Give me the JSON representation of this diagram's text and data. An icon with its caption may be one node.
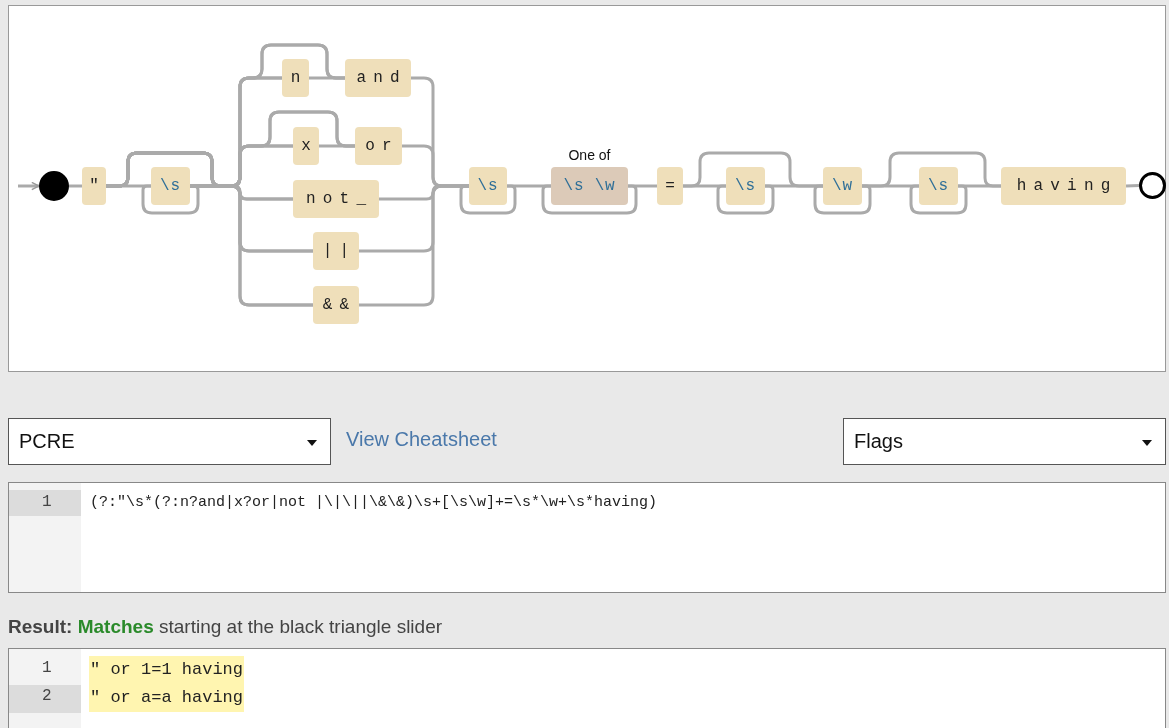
{
  "diagram": {
    "nodes": [
      {
        "text": [],
        "shape": "circle"
      },
      {
        "text": [
          "\""
        ]
      },
      {
        "text": [
          "\\s"
        ]
      },
      {
        "text": [
          "n"
        ]
      },
      {
        "text": [
          "and"
        ]
      },
      {
        "text": [
          "x"
        ]
      },
      {
        "text": [
          "or"
        ]
      },
      {
        "text": [
          "not_"
        ]
      },
      {
        "text": [
          "||"
        ]
      },
      {
        "text": [
          "&&"
        ]
      },
      {
        "text": [
          "\\s"
        ]
      },
      {
        "text": [
          "\\s \\w"
        ],
        "beside": [
          "One of"
        ]
      },
      {
        "text": [
          "="
        ]
      },
      {
        "text": [
          "\\s"
        ]
      },
      {
        "text": [
          "\\w"
        ]
      },
      {
        "text": [
          "\\s"
        ]
      },
      {
        "text": [
          "having"
        ]
      },
      {
        "text": [],
        "shape": "circle"
      }
    ],
    "edges": [
      {
        "from": null,
        "to": 0,
        "arrow": "to"
      },
      {
        "from": 0,
        "to": 1,
        "arrow": "none"
      },
      {
        "from": 1,
        "to": 2,
        "arrow": "none"
      },
      {
        "from": 2,
        "to": 2,
        "arrow": "none"
      },
      {
        "from": 1,
        "to": 3,
        "arrow": "none"
      },
      {
        "from": 1,
        "to": 4,
        "arrow": "none"
      },
      {
        "from": 1,
        "to": 5,
        "arrow": "none"
      },
      {
        "from": 1,
        "to": 6,
        "arrow": "none"
      },
      {
        "from": 1,
        "to": 7,
        "arrow": "none"
      },
      {
        "from": 1,
        "to": 8,
        "arrow": "none"
      },
      {
        "from": 1,
        "to": 9,
        "arrow": "none"
      },
      {
        "from": 2,
        "to": 3,
        "arrow": "none"
      },
      {
        "from": 2,
        "to": 4,
        "arrow": "none"
      },
      {
        "from": 2,
        "to": 5,
        "arrow": "none"
      },
      {
        "from": 2,
        "to": 6,
        "arrow": "none"
      },
      {
        "from": 2,
        "to": 7,
        "arrow": "none"
      },
      {
        "from": 2,
        "to": 8,
        "arrow": "none"
      },
      {
        "from": 2,
        "to": 9,
        "arrow": "none"
      },
      {
        "from": 3,
        "to": 4,
        "arrow": "none"
      },
      {
        "from": 5,
        "to": 6,
        "arrow": "none"
      },
      {
        "from": 4,
        "to": 10,
        "arrow": "none"
      },
      {
        "from": 6,
        "to": 10,
        "arrow": "none"
      },
      {
        "from": 7,
        "to": 10,
        "arrow": "none"
      },
      {
        "from": 8,
        "to": 10,
        "arrow": "none"
      },
      {
        "from": 9,
        "to": 10,
        "arrow": "none"
      },
      {
        "from": 10,
        "to": 10,
        "arrow": "none"
      },
      {
        "from": 10,
        "to": 11,
        "arrow": "none"
      },
      {
        "from": 11,
        "to": 11,
        "arrow": "none"
      },
      {
        "from": 11,
        "to": 12,
        "arrow": "none"
      },
      {
        "from": 12,
        "to": 13,
        "arrow": "none"
      },
      {
        "from": 12,
        "to": 14,
        "arrow": "none"
      },
      {
        "from": 13,
        "to": 13,
        "arrow": "none"
      },
      {
        "from": 13,
        "to": 14,
        "arrow": "none"
      },
      {
        "from": 14,
        "to": 14,
        "arrow": "none"
      },
      {
        "from": 14,
        "to": 15,
        "arrow": "none"
      },
      {
        "from": 14,
        "to": 16,
        "arrow": "none"
      },
      {
        "from": 15,
        "to": 15,
        "arrow": "none"
      },
      {
        "from": 15,
        "to": 16,
        "arrow": "none"
      },
      {
        "from": 16,
        "to": 17,
        "arrow": "none"
      }
    ],
    "labels": [
      "PCRE",
      "View Cheatsheet",
      "Flags",
      "1",
      "(?:\"\\s*(?:n?and|x?or|not |\\|\\||\\&\\&)\\s+[\\s\\w]+=\\s*\\w+\\s*having)",
      "**Result:** **Matches** starting at the black triangle slider",
      "1",
      "\" or 1=1 having",
      "2",
      "\" or a=a having"
    ]
  }
}
